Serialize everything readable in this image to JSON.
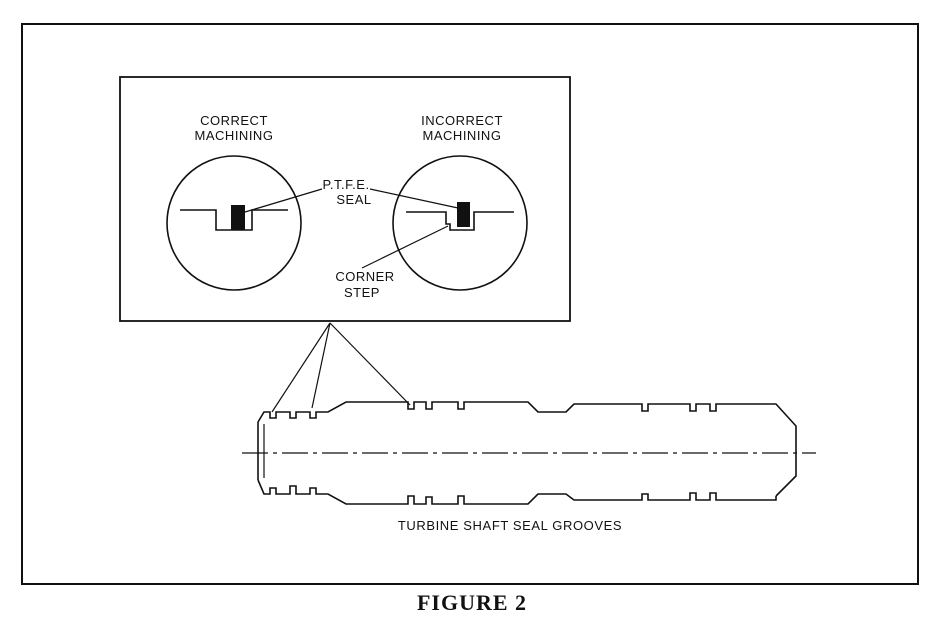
{
  "labels": {
    "correct_line1": "CORRECT",
    "correct_line2": "MACHINING",
    "incorrect_line1": "INCORRECT",
    "incorrect_line2": "MACHINING",
    "seal_line1": "P.T.F.E.",
    "seal_line2": "SEAL",
    "corner_line1": "CORNER",
    "corner_line2": "STEP",
    "shaft_caption": "TURBINE SHAFT SEAL GROOVES"
  },
  "figure_title": "FIGURE 2"
}
